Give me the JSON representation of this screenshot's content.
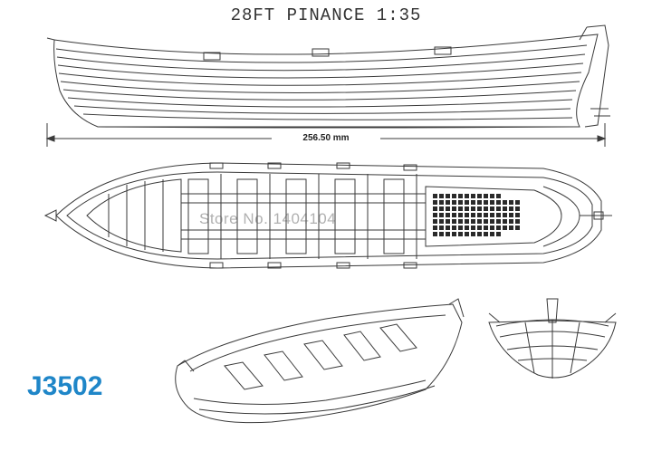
{
  "drawing": {
    "title": "28FT  PINANCE    1:35",
    "length_dimension": "256.50 mm",
    "watermark": "Store No. 1404104",
    "model_code": "J3502"
  },
  "colors": {
    "line": "#3a3a3a",
    "code_blue": "#1f86c8",
    "watermark": "#7a7a7a"
  }
}
